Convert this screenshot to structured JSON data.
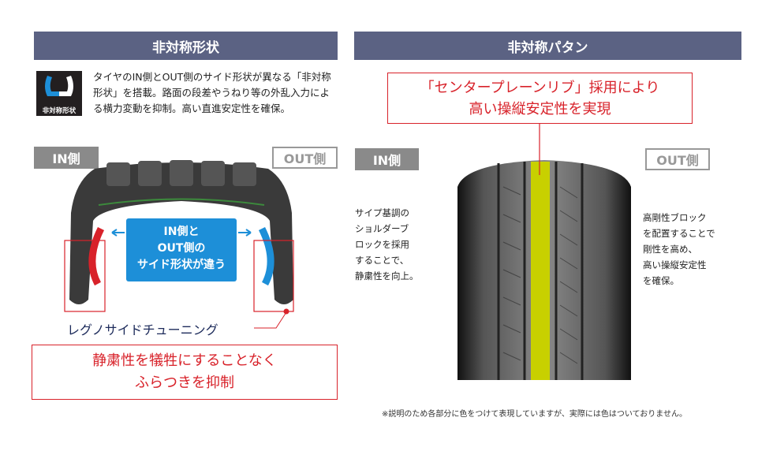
{
  "left": {
    "header": "非対称形状",
    "icon_label": "非対称形状",
    "description": "タイヤのIN側とOUT側のサイド形状が異なる「非対称形状」を搭載。路面の段差やうねり等の外乱入力による横力変動を抑制。高い直進安定性を確保。",
    "in_label": "IN側",
    "out_label": "OUT側",
    "callout_lines": [
      "IN側と",
      "OUT側の",
      "サイド形状が違う"
    ],
    "feature_name": "レグノサイドチューニング",
    "benefit_lines": [
      "静粛性を犠牲にすることなく",
      "ふらつきを抑制"
    ]
  },
  "right": {
    "header": "非対称パタン",
    "highlight_lines": [
      "「センタープレーンリブ」採用により",
      "高い操縦安定性を実現"
    ],
    "in_label": "IN側",
    "out_label": "OUT側",
    "in_text": "サイプ基調の\nショルダーブ\nロックを採用\nすることで、\n静粛性を向上。",
    "out_text": "高剛性ブロック\nを配置することで\n剛性を高め、\n高い操縦安定性\nを確保。"
  },
  "footnote": "※説明のため各部分に色をつけて表現していますが、実際には色はついておりません。",
  "colors": {
    "header": "#5b6283",
    "accent_red": "#d8222a",
    "accent_blue": "#1d8fd8",
    "rib_yellow": "#c8d000",
    "navy": "#1c2a5a"
  }
}
